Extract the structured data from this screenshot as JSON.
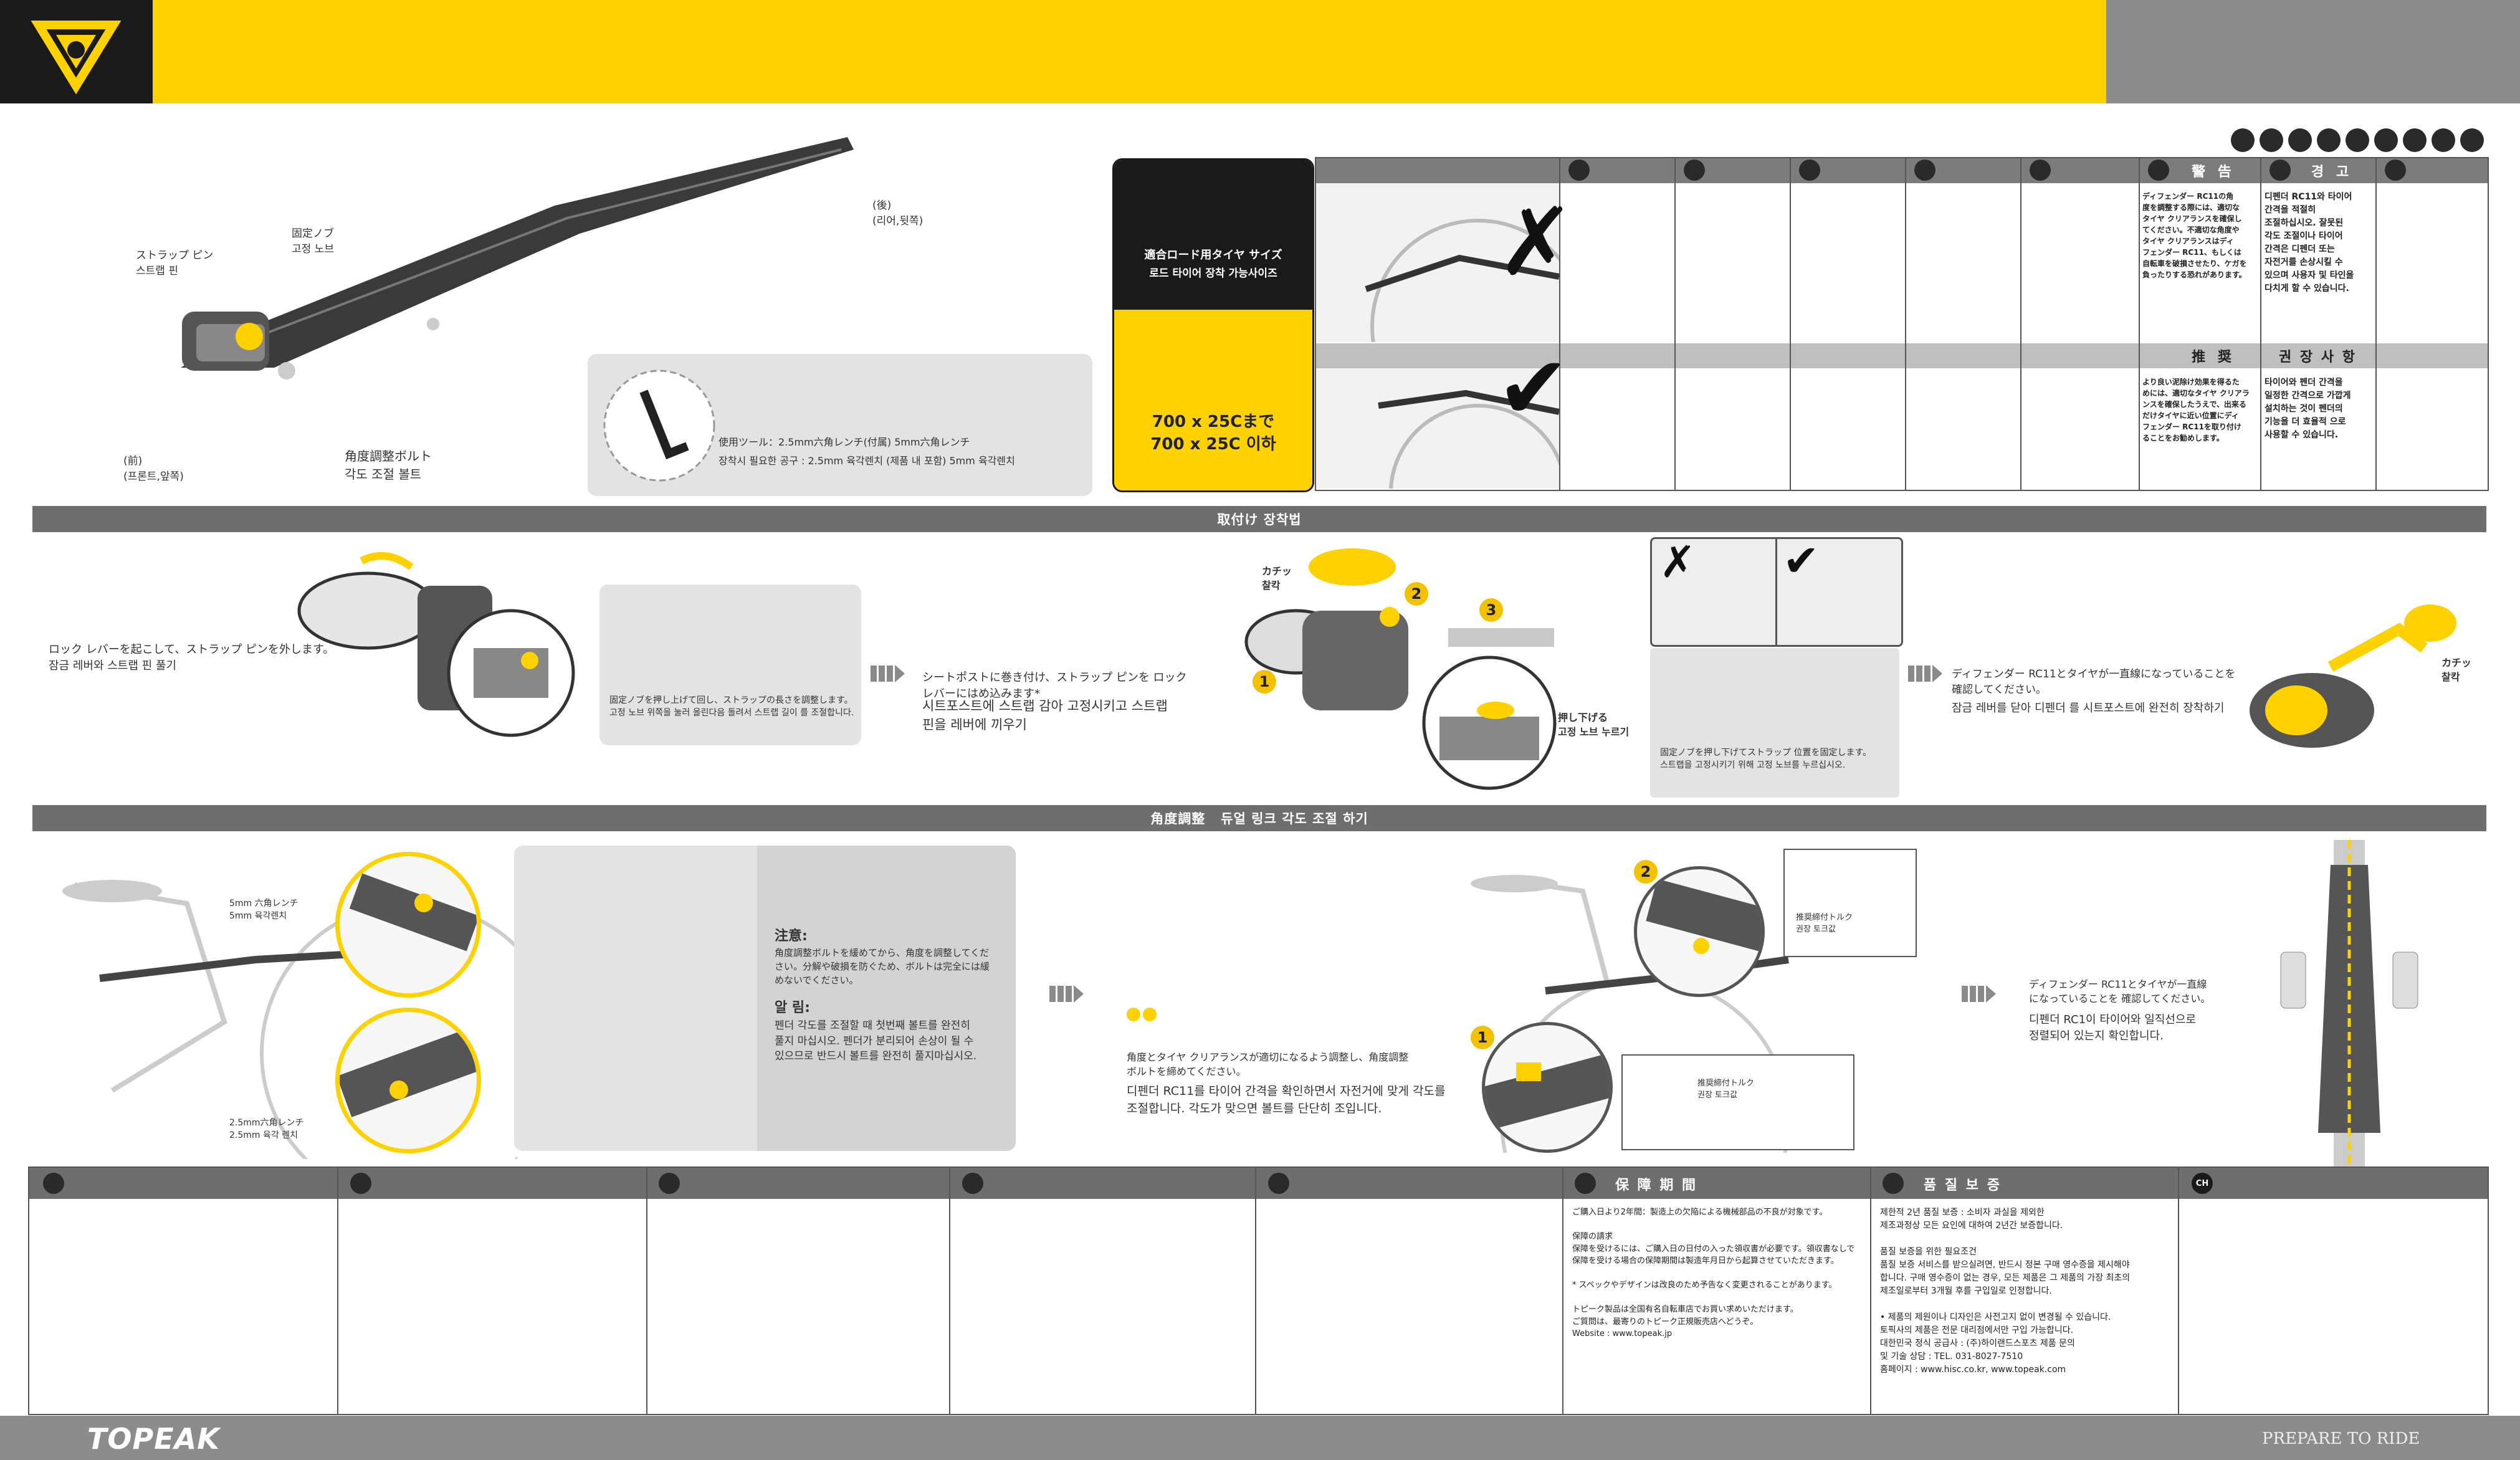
{
  "brand": {
    "name": "TOPEAK",
    "tagline": "PREPARE TO RIDE",
    "colors": {
      "yellow": "#fed100",
      "gray": "#8c8c8c",
      "dark": "#1a1a1a"
    }
  },
  "top": {
    "labels": {
      "strap_pin": "ストラップ ピン\n스트랩 핀",
      "fixed_knob": "固定ノブ\n고정 노브",
      "rear": "(後)\n(리어,뒷쪽)",
      "front": "(前)\n(프론트,앞쪽)",
      "angle_bolt": "角度調整ボルト\n각도 조절 볼트"
    },
    "tool_box": {
      "jp": "使用ツール：2.5mm六角レンチ(付属) 5mm六角レンチ",
      "kr": "장착시 필요한 공구 : 2.5mm 육각렌치 (제품 내 포함) 5mm 육각렌치"
    },
    "tire_box": {
      "title_jp": "適合ロード用タイヤ サイズ",
      "title_kr": "로드 타이어 장착 가능사이즈",
      "size_jp": "700 x 25Cまで",
      "size_kr": "700 x 25C 이하"
    }
  },
  "warning_table": {
    "warn_jp": "警 告",
    "warn_kr": "경 고",
    "rec_jp": "推 奨",
    "rec_kr": "권 장 사 항",
    "warn_jp_body": "ディフェンダー RC11の角\n度を調整する際には、適切な\nタイヤ クリアランスを確保し\nてください。不適切な角度や\nタイヤ クリアランスはディ\nフェンダー RC11、もしくは\n自転車を破損させたり、ケガを\n負ったりする恐れがあります。",
    "warn_kr_body": "디펜더 RC11와 타이어\n간격을 적절히\n조절하십시오. 잘못된\n각도 조절이나 타이어\n간격은 디펜더 또는\n자전거를 손상시킬 수\n있으며 사용자 및 타인을\n다치게 할 수 있습니다.",
    "rec_jp_body": "より良い泥除け効果を得るた\nめには、適切なタイヤ クリアラ\nンスを確保したうえで、出来る\nだけタイヤに近い位置にディ\nフェンダー RC11を取り付け\nることをお勧めします。",
    "rec_kr_body": "타이어와 펜더 간격을\n일정한 간격으로 가깝게\n설치하는 것이 펜더의\n기능을 더 효율적 으로\n사용할 수 있습니다."
  },
  "install": {
    "band_jp": "取付け",
    "band_kr": "장착법",
    "step1": "ロック レバーを起こして、ストラップ ピンを外します。\n잠금 레버와 스트랩 핀 풀기",
    "box1": "固定ノブを押し上げて回し、ストラップの長さを調整します。\n고정 노브 위쪽을 눌러 올린다음 돌려서 스트랩 길이 를 조절합니다.",
    "step2_jp": "シートポストに巻き付け、ストラップ ピンを ロック\nレバーにはめ込みます*",
    "step2_kr": "시트포스트에 스트랩 감아 고정시키고 스트랩\n핀을 레버에 끼우기",
    "click": "カチッ\n찰칵",
    "push_down": "押し下げる\n고정 노브 누르기",
    "box2": "固定ノブを押し下げてストラップ 位置を固定します。\n스트랩을 고정시키기 위해 고정 노브를 누르십시오.",
    "step3_jp": "ディフェンダー RC11とタイヤが一直線になっていることを\n確認してください。",
    "step3_kr": "잠금 레버를 닫아 디펜더 를 시트포스트에 완전히 장착하기",
    "click2": "カチッ\n찰칵"
  },
  "angle": {
    "band_jp": "角度調整",
    "band_kr": "듀얼 링크 각도 조절 하기",
    "wrench5": "5mm 六角レンチ\n5mm 육각렌치",
    "wrench25": "2.5mm六角レンチ\n2.5mm 육각 렌치",
    "note_title_jp": "注意:",
    "note_jp": "角度調整ボルトを緩めてから、角度を調整してくだ\nさい。分解や破損を防ぐため、ボルトは完全には緩\nめないでください。",
    "note_title_kr": "알 림:",
    "note_kr": "펜더 각도를 조절할 때 첫번째 볼트를 완전히\n풀지 마십시오. 펜더가 분리되어 손상이 될 수\n있으므로 반드시 볼트를 완전히 풀지마십시오.",
    "adjust_jp": "角度とタイヤ クリアランスが適切になるよう調整し、角度調整\nボルトを締めてください。",
    "adjust_kr": "디펜더 RC11를 타이어 간격을 확인하면서 자전거에 맞게 각도를\n조절합니다. 각도가 맞으면 볼트를 단단히 조입니다.",
    "torque1": "推奨締付トルク\n권장 토크값",
    "torque2": "推奨締付トルク\n권장 토크값",
    "final_jp": "ディフェンダー RC11とタイヤが一直線\nになっていることを 確認してください。",
    "final_kr": "디펜더 RC1이 타이어와 일직선으로\n정렬되어 있는지 확인합니다."
  },
  "footer": {
    "warranty_jp_title": "保 障 期 間",
    "warranty_kr_title": "품 질 보 증",
    "ch": "CH",
    "jp_col": "ご購入日より2年間：製造上の欠陥による機械部品の不良が対象です。\n\n保障の請求\n保障を受けるには、ご購入日の日付の入った領収書が必要です。領収書なしで\n保障を受ける場合の保障期間は製造年月日から起算させていただきます。\n\n* スペックやデザインは改良のため予告なく変更されることがあります。\n\nトピーク製品は全国有名自転車店でお買い求めいただけます。\nご質問は、最寄りのトピーク正規販売店へどうぞ。\nWebsite : www.topeak.jp",
    "kr_col": "제한적 2년 품질 보증 : 소비자 과실을 제외한\n제조과정상 모든 요인에 대하여 2년간 보증합니다.\n\n품질 보증을 위한 필요조건\n품질 보증 서비스를 받으실려면, 반드시 정본 구매 영수증을 제시해야\n합니다. 구매 영수증이 없는 경우, 모든 제품은 그 제품의 가장 최초의\n제조일로부터 3개월 후를 구입일로 인정합니다.\n\n• 제품의 제원이나 디자인은 사전고지 없이 변경될 수 있습니다.\n토픽사의 제품은 전문 대리점에서만 구입 가능합니다.\n대한민국 정식 공급사 : (주)하이랜드스포츠 제품 문의\n및 기술 상담 : TEL. 031-8027-7510\n홈페이지 : www.hisc.co.kr, www.topeak.com"
  }
}
